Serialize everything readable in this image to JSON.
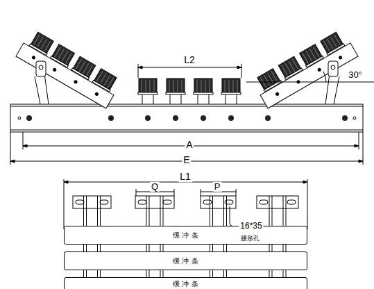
{
  "diagram": {
    "nodes": [
      {
        "text": [
          "缓 冲 条"
        ]
      },
      {
        "text": [
          "缓 冲 条"
        ]
      },
      {
        "text": [
          "缓 冲 条"
        ]
      }
    ],
    "labels": [
      "L2",
      "30°",
      "A",
      "E",
      "L1",
      "Q",
      "P",
      "16*35",
      "腰形孔"
    ]
  }
}
